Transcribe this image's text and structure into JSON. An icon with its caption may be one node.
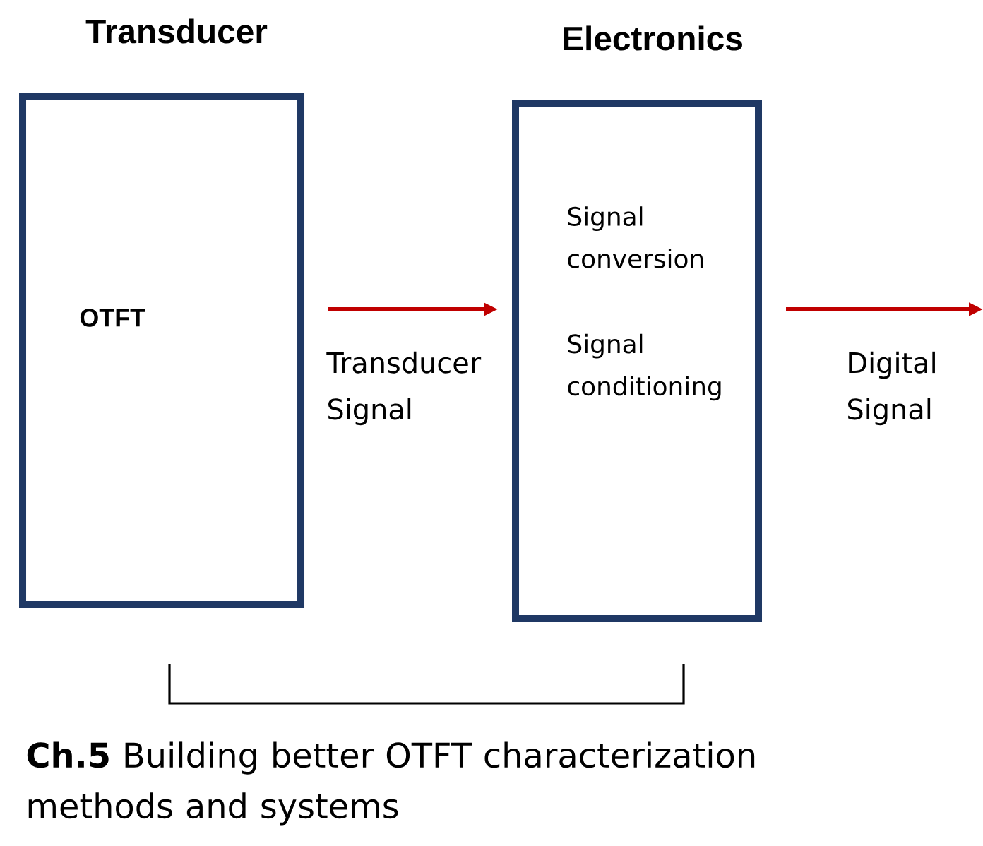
{
  "diagram": {
    "caption": "**Ch.5** Building better OTFT characterization methods and systems",
    "nodes": [
      {
        "text": [
          "Transducer",
          "OTFT"
        ]
      },
      {
        "text": [
          "Electronics",
          "Signal conversion",
          "Signal conditioning"
        ]
      }
    ],
    "edges": [
      {
        "from": 0,
        "to": 1,
        "arrow": "to",
        "label": "Transducer Signal"
      },
      {
        "from": 1,
        "to": null,
        "arrow": "to",
        "label": "Digital Signal"
      }
    ]
  }
}
